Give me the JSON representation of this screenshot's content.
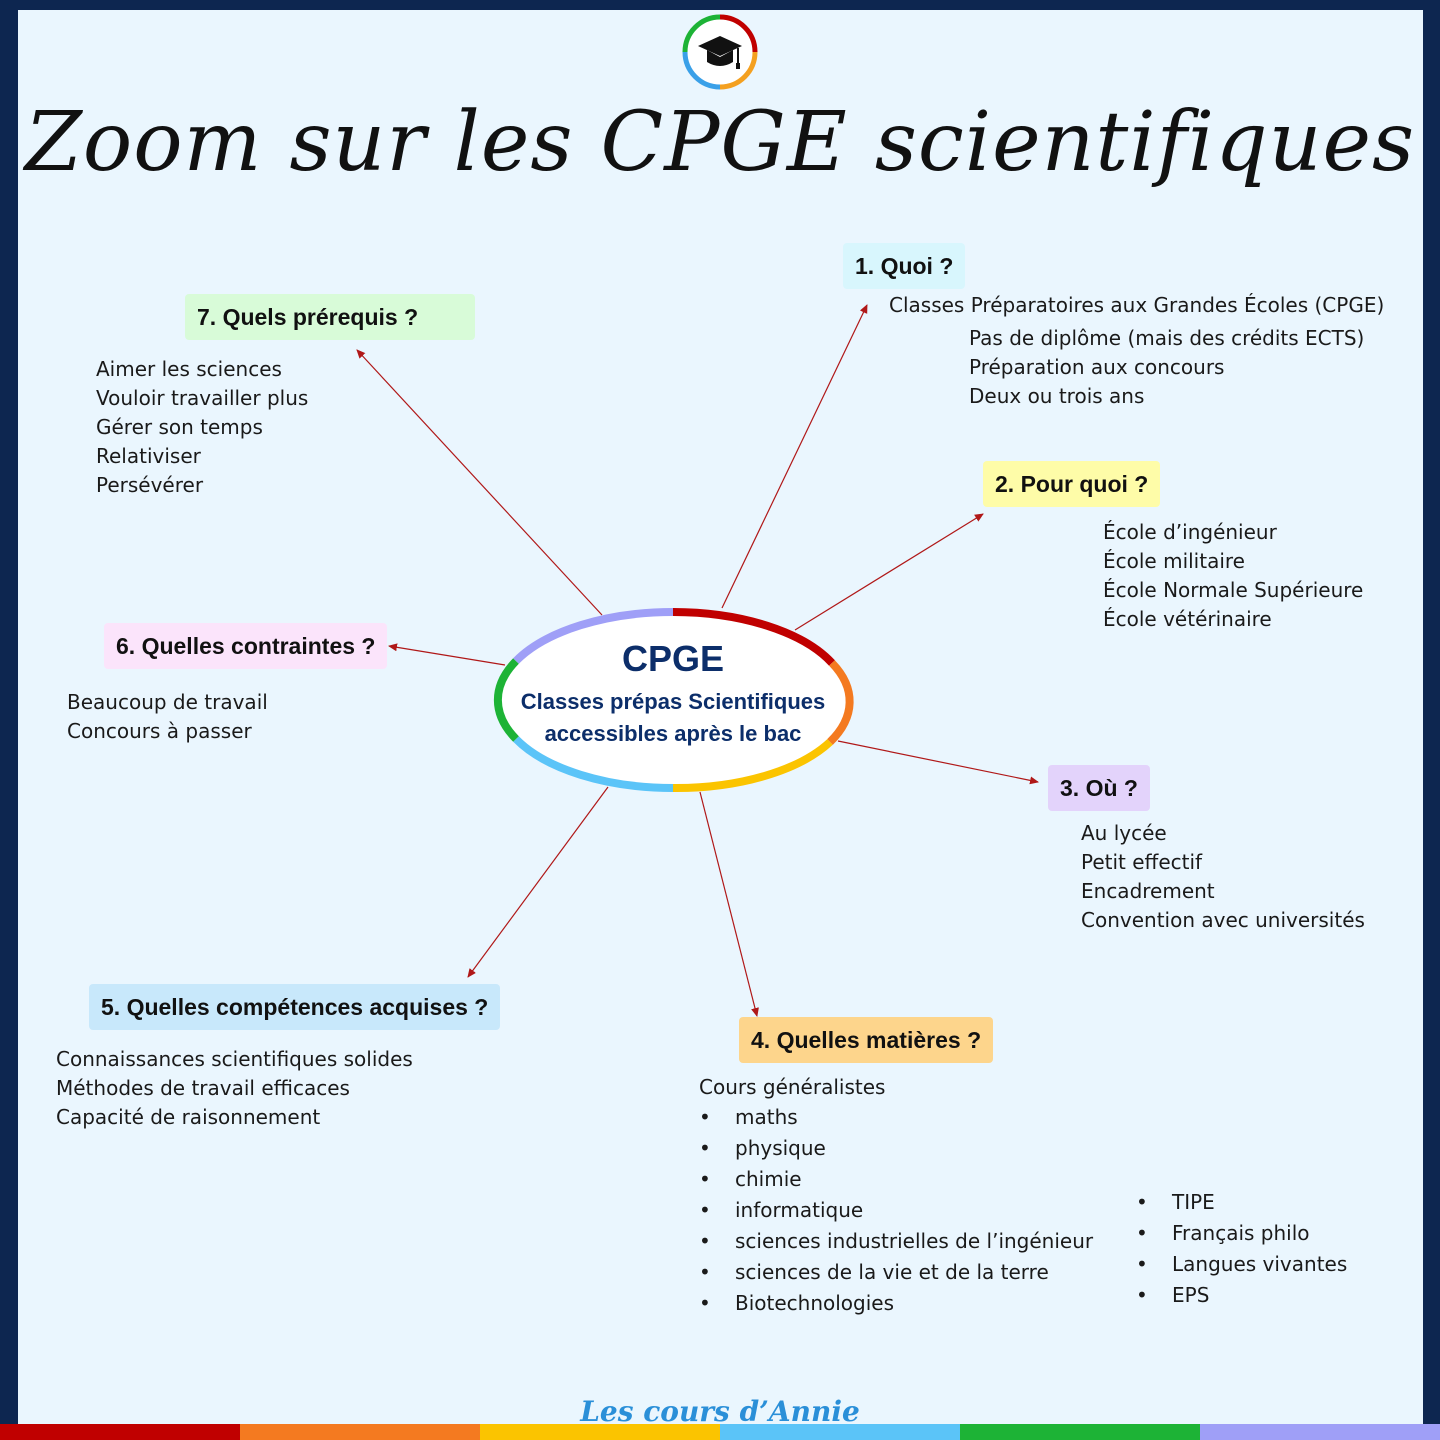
{
  "title": "Zoom sur les CPGE scientifiques",
  "center": {
    "title": "CPGE",
    "subtitle_line1": "Classes prépas Scientifiques",
    "subtitle_line2": "accessibles après le bac"
  },
  "sections": {
    "quoi": {
      "heading": "1. Quoi ?",
      "intro": "Classes Préparatoires aux Grandes Écoles (CPGE)",
      "items": [
        "Pas de diplôme (mais des crédits ECTS)",
        "Préparation aux concours",
        "Deux ou trois ans"
      ]
    },
    "pourquoi": {
      "heading": "2. Pour quoi ?",
      "items": [
        "École d’ingénieur",
        "École militaire",
        "École Normale Supérieure",
        "École vétérinaire"
      ]
    },
    "ou": {
      "heading": "3. Où ?",
      "items": [
        "Au lycée",
        "Petit effectif",
        "Encadrement",
        "Convention avec universités"
      ]
    },
    "matieres": {
      "heading": "4. Quelles matières ?",
      "intro": "Cours généralistes",
      "bullet": "•",
      "list_left": [
        "maths",
        "physique",
        "chimie",
        "informatique",
        "sciences industrielles de l’ingénieur",
        "sciences de la vie et de la terre",
        "Biotechnologies"
      ],
      "list_right": [
        "TIPE",
        "Français philo",
        "Langues vivantes",
        "EPS"
      ]
    },
    "competences": {
      "heading": "5.  Quelles compétences acquises ?",
      "items": [
        "Connaissances scientifiques solides",
        "Méthodes de travail efficaces",
        "Capacité de raisonnement"
      ]
    },
    "contraintes": {
      "heading": "6. Quelles contraintes ?",
      "items": [
        "Beaucoup de travail",
        "Concours à passer"
      ]
    },
    "prerequis": {
      "heading": "7. Quels prérequis ?",
      "items": [
        "Aimer les sciences",
        "Vouloir travailler plus",
        "Gérer son temps",
        "Relativiser",
        "Persévérer"
      ]
    }
  },
  "brand": "Les cours d’Annie",
  "icons": {
    "logo": "graduation-cap-icon"
  },
  "colors": {
    "background_frame": "#0d2650",
    "panel": "#eaf6fe",
    "arrow": "#b01818",
    "center_text": "#0c2e6a",
    "heading_quoi": "#d8f6fd",
    "heading_pourquoi": "#fefca8",
    "heading_ou": "#e3d3fb",
    "heading_matieres": "#fdd58c",
    "heading_competences": "#c8e8fb",
    "heading_contraintes": "#fbe4fb",
    "heading_prerequis": "#d8fbd8",
    "ring": [
      "#c00000",
      "#f47a20",
      "#fbc400",
      "#5bc4f8",
      "#1db336",
      "#9f9ff7"
    ]
  }
}
